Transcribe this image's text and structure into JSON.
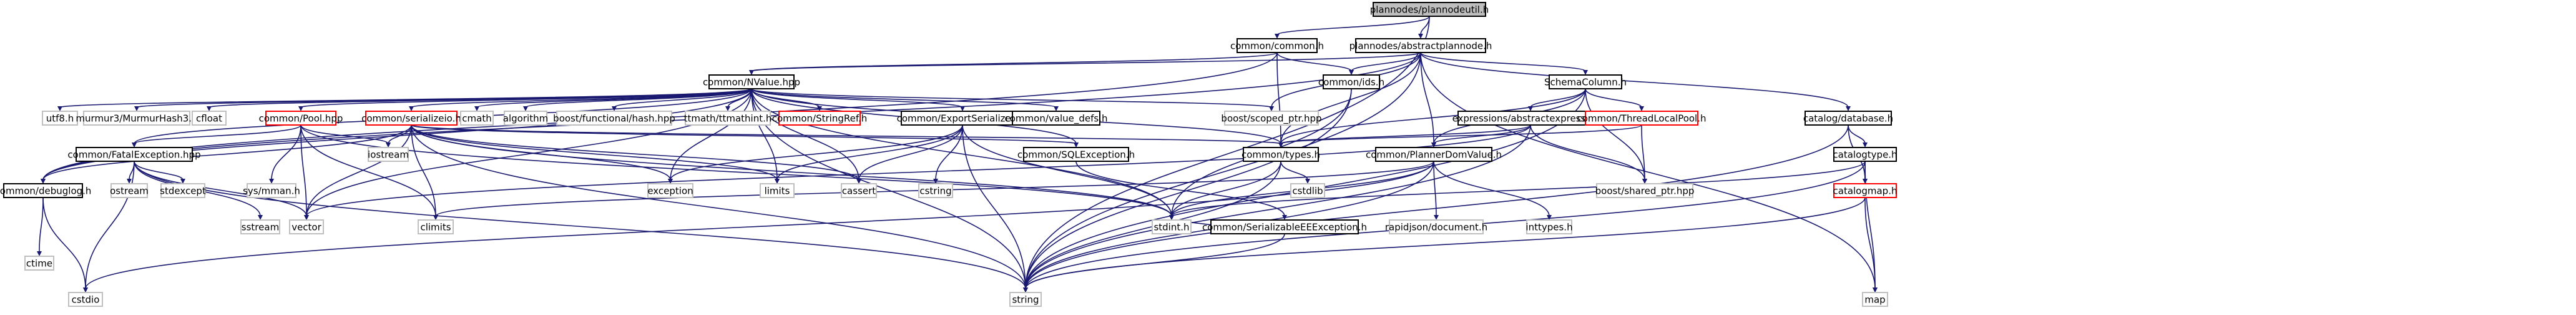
{
  "colors": {
    "edge": "#191970",
    "root_fill": "#bfbfbf",
    "node_border": "#000000",
    "missing_border": "#ff0000",
    "plain_border": "#bfbfbf",
    "text": "#000000"
  },
  "nodes": [
    {
      "id": "plannodeutil",
      "label": "plannodes/plannodeutil.h",
      "kind": "root"
    },
    {
      "id": "common_h",
      "label": "common/common.h",
      "kind": "doc"
    },
    {
      "id": "abstractplannode",
      "label": "plannodes/abstractplannode.h",
      "kind": "doc"
    },
    {
      "id": "nvalue",
      "label": "common/NValue.hpp",
      "kind": "doc"
    },
    {
      "id": "ids",
      "label": "common/ids.h",
      "kind": "doc"
    },
    {
      "id": "schemacolumn",
      "label": "SchemaColumn.h",
      "kind": "doc"
    },
    {
      "id": "database",
      "label": "catalog/database.h",
      "kind": "doc"
    },
    {
      "id": "utf8",
      "label": "utf8.h",
      "kind": "plain"
    },
    {
      "id": "murmur",
      "label": "murmur3/MurmurHash3.h",
      "kind": "plain"
    },
    {
      "id": "cfloat",
      "label": "cfloat",
      "kind": "plain"
    },
    {
      "id": "pool",
      "label": "common/Pool.hpp",
      "kind": "missing"
    },
    {
      "id": "serializeio",
      "label": "common/serializeio.h",
      "kind": "missing"
    },
    {
      "id": "cmath",
      "label": "cmath",
      "kind": "plain"
    },
    {
      "id": "algorithm",
      "label": "algorithm",
      "kind": "plain"
    },
    {
      "id": "hash",
      "label": "boost/functional/hash.hpp",
      "kind": "plain"
    },
    {
      "id": "ttmath",
      "label": "ttmath/ttmathint.h",
      "kind": "plain"
    },
    {
      "id": "stringref",
      "label": "common/StringRef.h",
      "kind": "missing"
    },
    {
      "id": "exportser",
      "label": "common/ExportSerializeIo.h",
      "kind": "doc"
    },
    {
      "id": "valuedefs",
      "label": "common/value_defs.h",
      "kind": "doc"
    },
    {
      "id": "scopedptr",
      "label": "boost/scoped_ptr.hpp",
      "kind": "plain"
    },
    {
      "id": "absexpr",
      "label": "expressions/abstractexpression.h",
      "kind": "doc"
    },
    {
      "id": "threadlocal",
      "label": "common/ThreadLocalPool.h",
      "kind": "missing"
    },
    {
      "id": "catalogtype",
      "label": "catalogtype.h",
      "kind": "doc"
    },
    {
      "id": "fatalexc",
      "label": "common/FatalException.hpp",
      "kind": "doc"
    },
    {
      "id": "sysmman",
      "label": "sys/mman.h",
      "kind": "plain"
    },
    {
      "id": "iostream",
      "label": "iostream",
      "kind": "plain"
    },
    {
      "id": "exception",
      "label": "exception",
      "kind": "plain"
    },
    {
      "id": "limits",
      "label": "limits",
      "kind": "plain"
    },
    {
      "id": "cassert",
      "label": "cassert",
      "kind": "plain"
    },
    {
      "id": "cstring",
      "label": "cstring",
      "kind": "plain"
    },
    {
      "id": "sqlexc",
      "label": "common/SQLException.h",
      "kind": "doc"
    },
    {
      "id": "types",
      "label": "common/types.h",
      "kind": "doc"
    },
    {
      "id": "plannerdom",
      "label": "common/PlannerDomValue.h",
      "kind": "doc"
    },
    {
      "id": "sharedptr",
      "label": "boost/shared_ptr.hpp",
      "kind": "plain"
    },
    {
      "id": "debuglog",
      "label": "common/debuglog.h",
      "kind": "doc"
    },
    {
      "id": "ostream",
      "label": "ostream",
      "kind": "plain"
    },
    {
      "id": "stdexcept",
      "label": "stdexcept",
      "kind": "plain"
    },
    {
      "id": "sstream",
      "label": "sstream",
      "kind": "plain"
    },
    {
      "id": "vector",
      "label": "vector",
      "kind": "plain"
    },
    {
      "id": "climits",
      "label": "climits",
      "kind": "plain"
    },
    {
      "id": "stdint",
      "label": "stdint.h",
      "kind": "plain"
    },
    {
      "id": "serializableeee",
      "label": "common/SerializableEEException.h",
      "kind": "doc"
    },
    {
      "id": "cstdlib",
      "label": "cstdlib",
      "kind": "plain"
    },
    {
      "id": "rapidjson",
      "label": "rapidjson/document.h",
      "kind": "plain"
    },
    {
      "id": "inttypes",
      "label": "inttypes.h",
      "kind": "plain"
    },
    {
      "id": "catalogmap",
      "label": "catalogmap.h",
      "kind": "missing"
    },
    {
      "id": "ctime",
      "label": "ctime",
      "kind": "plain"
    },
    {
      "id": "cstdio",
      "label": "cstdio",
      "kind": "plain"
    },
    {
      "id": "string",
      "label": "string",
      "kind": "plain"
    },
    {
      "id": "map",
      "label": "map",
      "kind": "plain"
    }
  ],
  "edges": [
    [
      "plannodeutil",
      "common_h"
    ],
    [
      "plannodeutil",
      "abstractplannode"
    ],
    [
      "plannodeutil",
      "string"
    ],
    [
      "common_h",
      "nvalue"
    ],
    [
      "common_h",
      "ids"
    ],
    [
      "common_h",
      "types"
    ],
    [
      "common_h",
      "debuglog"
    ],
    [
      "abstractplannode",
      "nvalue"
    ],
    [
      "abstractplannode",
      "ids"
    ],
    [
      "abstractplannode",
      "schemacolumn"
    ],
    [
      "abstractplannode",
      "database"
    ],
    [
      "abstractplannode",
      "types"
    ],
    [
      "abstractplannode",
      "plannerdom"
    ],
    [
      "abstractplannode",
      "scopedptr"
    ],
    [
      "abstractplannode",
      "map"
    ],
    [
      "abstractplannode",
      "string"
    ],
    [
      "abstractplannode",
      "debuglog"
    ],
    [
      "nvalue",
      "utf8"
    ],
    [
      "nvalue",
      "murmur"
    ],
    [
      "nvalue",
      "cfloat"
    ],
    [
      "nvalue",
      "pool"
    ],
    [
      "nvalue",
      "serializeio"
    ],
    [
      "nvalue",
      "cmath"
    ],
    [
      "nvalue",
      "algorithm"
    ],
    [
      "nvalue",
      "hash"
    ],
    [
      "nvalue",
      "ttmath"
    ],
    [
      "nvalue",
      "stringref"
    ],
    [
      "nvalue",
      "exportser"
    ],
    [
      "nvalue",
      "valuedefs"
    ],
    [
      "nvalue",
      "scopedptr"
    ],
    [
      "nvalue",
      "fatalexc"
    ],
    [
      "nvalue",
      "sqlexc"
    ],
    [
      "nvalue",
      "types"
    ],
    [
      "nvalue",
      "debuglog"
    ],
    [
      "nvalue",
      "exception"
    ],
    [
      "nvalue",
      "limits"
    ],
    [
      "nvalue",
      "cassert"
    ],
    [
      "nvalue",
      "stdint"
    ],
    [
      "nvalue",
      "string"
    ],
    [
      "nvalue",
      "vector"
    ],
    [
      "ids",
      "stdint"
    ],
    [
      "ids",
      "string"
    ],
    [
      "schemacolumn",
      "absexpr"
    ],
    [
      "schemacolumn",
      "threadlocal"
    ],
    [
      "schemacolumn",
      "types"
    ],
    [
      "schemacolumn",
      "plannerdom"
    ],
    [
      "schemacolumn",
      "sharedptr"
    ],
    [
      "schemacolumn",
      "string"
    ],
    [
      "database",
      "catalogtype"
    ],
    [
      "database",
      "catalogmap"
    ],
    [
      "database",
      "string"
    ],
    [
      "pool",
      "sysmman"
    ],
    [
      "pool",
      "iostream"
    ],
    [
      "pool",
      "vector"
    ],
    [
      "pool",
      "climits"
    ],
    [
      "pool",
      "stdint"
    ],
    [
      "pool",
      "fatalexc"
    ],
    [
      "serializeio",
      "iostream"
    ],
    [
      "serializeio",
      "limits"
    ],
    [
      "serializeio",
      "cassert"
    ],
    [
      "serializeio",
      "types"
    ],
    [
      "serializeio",
      "sqlexc"
    ],
    [
      "serializeio",
      "climits"
    ],
    [
      "serializeio",
      "stdint"
    ],
    [
      "serializeio",
      "vector"
    ],
    [
      "serializeio",
      "string"
    ],
    [
      "serializeio",
      "exception"
    ],
    [
      "serializeio",
      "debuglog"
    ],
    [
      "exportser",
      "limits"
    ],
    [
      "exportser",
      "cassert"
    ],
    [
      "exportser",
      "cstring"
    ],
    [
      "exportser",
      "stdint"
    ],
    [
      "exportser",
      "string"
    ],
    [
      "exportser",
      "exception"
    ],
    [
      "fatalexc",
      "ostream"
    ],
    [
      "fatalexc",
      "stdexcept"
    ],
    [
      "fatalexc",
      "sstream"
    ],
    [
      "fatalexc",
      "string"
    ],
    [
      "fatalexc",
      "vector"
    ],
    [
      "fatalexc",
      "cstdio"
    ],
    [
      "sqlexc",
      "serializableeee"
    ],
    [
      "types",
      "stdint"
    ],
    [
      "types",
      "string"
    ],
    [
      "absexpr",
      "types"
    ],
    [
      "absexpr",
      "plannerdom"
    ],
    [
      "absexpr",
      "sharedptr"
    ],
    [
      "absexpr",
      "string"
    ],
    [
      "absexpr",
      "vector"
    ],
    [
      "threadlocal",
      "sharedptr"
    ],
    [
      "threadlocal",
      "types"
    ],
    [
      "plannerdom",
      "rapidjson"
    ],
    [
      "plannerdom",
      "inttypes"
    ],
    [
      "plannerdom",
      "string"
    ],
    [
      "plannerdom",
      "cstdio"
    ],
    [
      "plannerdom",
      "climits"
    ],
    [
      "plannerdom",
      "stdint"
    ],
    [
      "catalogtype",
      "catalogmap"
    ],
    [
      "catalogtype",
      "string"
    ],
    [
      "catalogtype",
      "map"
    ],
    [
      "catalogtype",
      "stdint"
    ],
    [
      "catalogmap",
      "string"
    ],
    [
      "catalogmap",
      "map"
    ],
    [
      "debuglog",
      "ctime"
    ],
    [
      "debuglog",
      "cstdio"
    ],
    [
      "serializableeee",
      "string"
    ],
    [
      "serializableeee",
      "stdint"
    ],
    [
      "types",
      "cstdlib"
    ]
  ]
}
